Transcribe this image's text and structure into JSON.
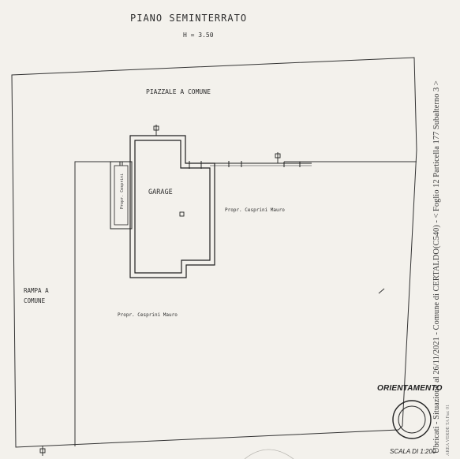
{
  "plan": {
    "title": "PIANO SEMINTERRATO",
    "height": "H = 3.50",
    "piazzale": "PIAZZALE A COMUNE",
    "rampa_line1": "RAMPA A",
    "rampa_line2": "COMUNE",
    "garage": "GARAGE",
    "propr_small": "Propr. Cesprini",
    "propr_right": "Propr. Cesprini Mauro",
    "propr_bottom": "Propr. Cesprini Mauro"
  },
  "margin": {
    "stamp": "Ubricati - Situazione al 26/11/2021 - Comune di CERTALDO(C540) - < Foglio 12 Particella 177 Subalterno 3 >",
    "stamp_small": "AREA VERDE TA Fsa: 01"
  },
  "legend": {
    "orientamento": "ORIENTAMENTO",
    "scala": "SCALA DI 1:200"
  },
  "colors": {
    "paper": "#f3f1ec",
    "ink": "#2d2d2d"
  }
}
